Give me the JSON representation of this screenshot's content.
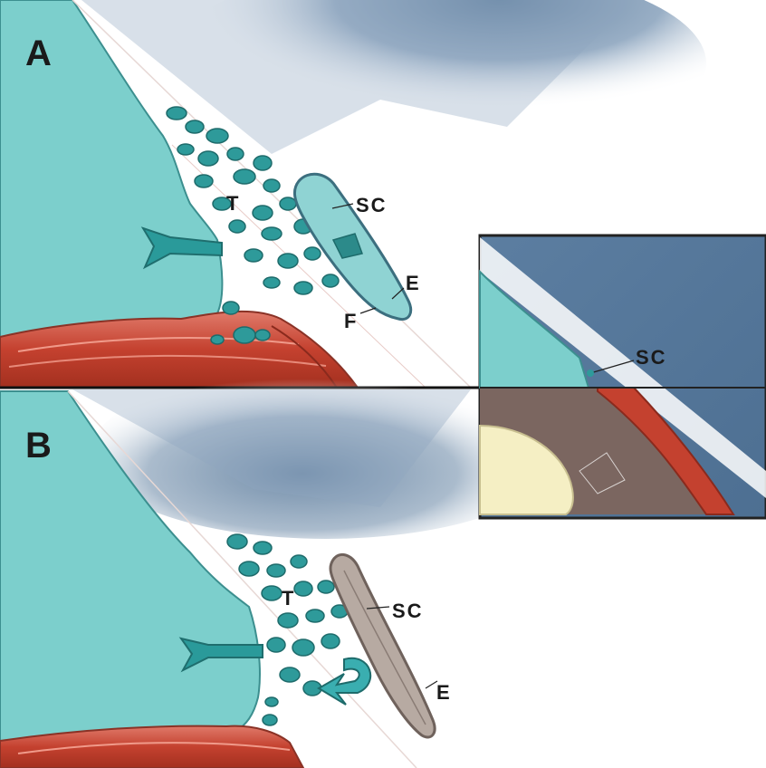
{
  "panels": {
    "a": {
      "letter": "A",
      "labels": {
        "t": "T",
        "sc": "SC",
        "e": "E",
        "f": "F"
      }
    },
    "b": {
      "letter": "B",
      "labels": {
        "t": "T",
        "sc": "SC",
        "e": "E"
      }
    },
    "inset": {
      "labels": {
        "sc": "SC"
      }
    }
  },
  "colors": {
    "cornea": "#7ccfcc",
    "cornea_edge": "#3c8f8f",
    "iris_blue": "#6f90b2",
    "muscle_red": "#c94a3a",
    "meshwork_cells": "#2e9a9a",
    "canal_collapsed": "#a89a92",
    "lens": "#f5efc4",
    "uvea_brown": "#7b6660"
  }
}
